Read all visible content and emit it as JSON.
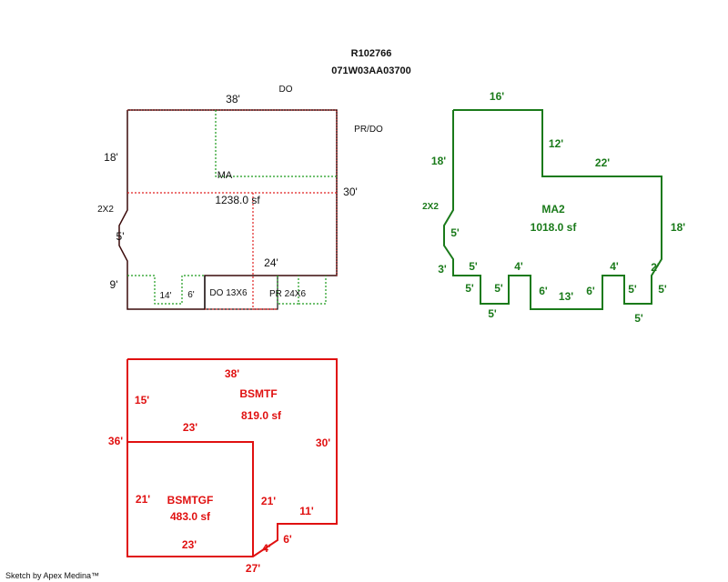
{
  "header": {
    "record_id": "R102766",
    "parcel_id": "071W03AA03700"
  },
  "ma": {
    "name": "MA",
    "area": "1238.0 sf",
    "labels": {
      "top": "38'",
      "do_top": "DO",
      "pr_do": "PR/DO",
      "left18": "18'",
      "right30": "30'",
      "bay": "2X2",
      "five": "5'",
      "nine": "9'",
      "twentyfour": "24'",
      "fourteen": "14'",
      "six": "6'",
      "do_dims": "DO 13X6",
      "pr_dims": "PR 24X6"
    }
  },
  "ma2": {
    "name": "MA2",
    "area": "1018.0 sf",
    "labels": {
      "top16": "16'",
      "s12": "12'",
      "s22": "22'",
      "s18r": "18'",
      "s18l": "18'",
      "bay": "2X2",
      "s5l": "5'",
      "s3": "3'",
      "b5a": "5'",
      "b5b": "5'",
      "b5c": "5'",
      "b5d": "5'",
      "b4a": "4'",
      "b6a": "6'",
      "b13": "13'",
      "b6b": "6'",
      "b4b": "4'",
      "b5e": "5'",
      "b2": "2'",
      "b5f": "5'",
      "b5g": "5'"
    }
  },
  "bsmt": {
    "tf_name": "BSMTF",
    "tf_area": "819.0 sf",
    "gf_name": "BSMTGF",
    "gf_area": "483.0 sf",
    "labels": {
      "top38": "38'",
      "s15": "15'",
      "s36": "36'",
      "s23a": "23'",
      "s30": "30'",
      "s21a": "21'",
      "s21b": "21'",
      "s11": "11'",
      "s23b": "23'",
      "s4": "4'",
      "s6": "6'",
      "s27": "27'"
    }
  },
  "footer": {
    "credit": "Sketch by Apex Medina™"
  },
  "colors": {
    "green": "#1a7a1a",
    "red": "#e01010",
    "dark": "#3a0a0a"
  }
}
